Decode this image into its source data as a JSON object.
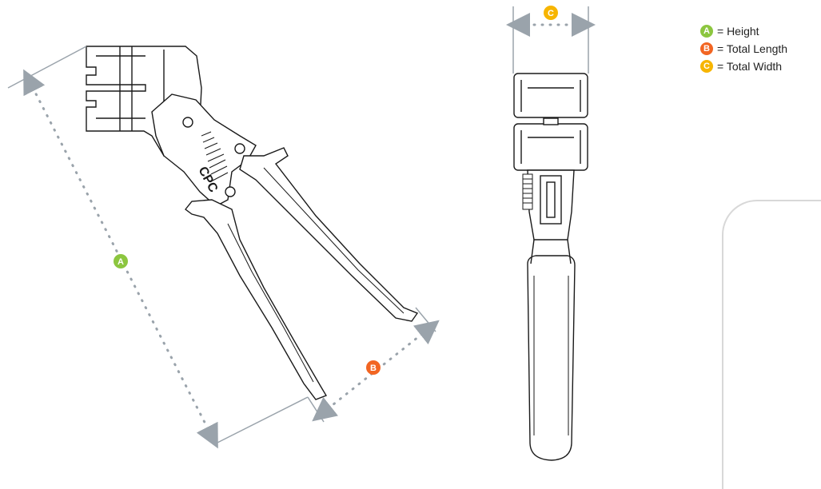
{
  "legend": {
    "items": [
      {
        "letter": "A",
        "label": "= Height",
        "color": "#8cc63f"
      },
      {
        "letter": "B",
        "label": "= Total Length",
        "color": "#f26522"
      },
      {
        "letter": "C",
        "label": "= Total Width",
        "color": "#f7b500"
      }
    ]
  },
  "diagram": {
    "brand_mark": "CPC",
    "dimension_color": "#9aa3ab",
    "outline_color": "#1a1a1a"
  }
}
